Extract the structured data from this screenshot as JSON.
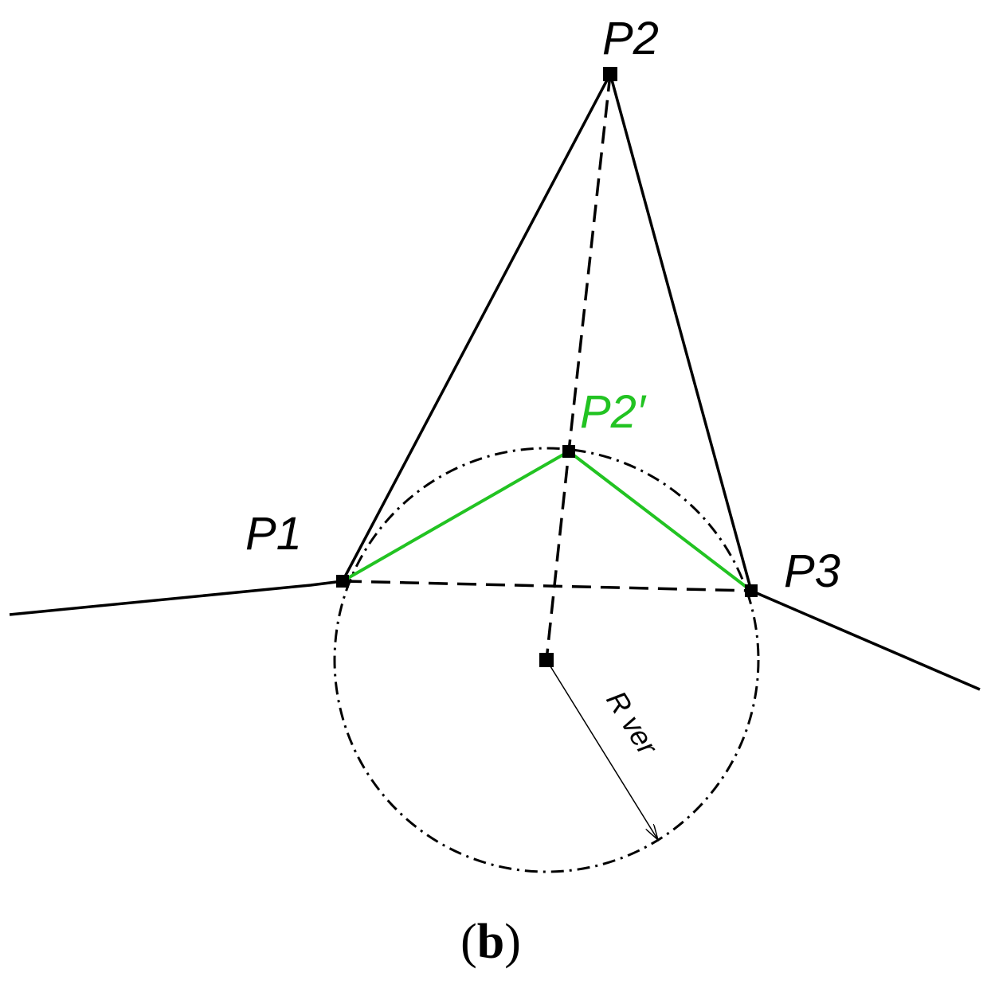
{
  "diagram": {
    "labels": {
      "p1": "P1",
      "p2": "P2",
      "p2_prime": "P2′",
      "p3": "P3",
      "radius": "R ver"
    },
    "caption": {
      "open": "(",
      "letter": "b",
      "close": ")"
    },
    "colors": {
      "line": "#000000",
      "highlight": "#22c322",
      "background": "#ffffff"
    }
  }
}
